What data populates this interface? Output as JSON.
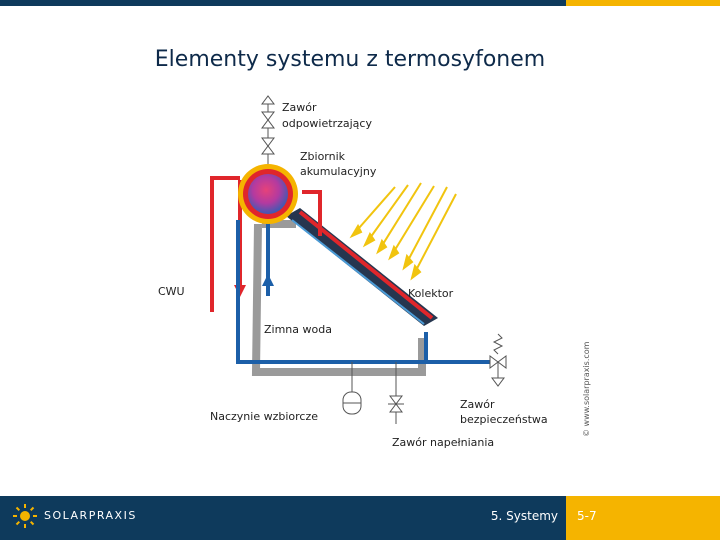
{
  "slide": {
    "title": "Elementy systemu z termosyfonem"
  },
  "diagram": {
    "labels": {
      "valve_air_line1": "Zawór",
      "valve_air_line2": "odpowietrzający",
      "tank_line1": "Zbiornik",
      "tank_line2": "akumulacyjny",
      "hot_water": "CWU",
      "collector": "Kolektor",
      "cold_water": "Zimna woda",
      "expansion_vessel": "Naczynie wzbiorcze",
      "safety_valve_line1": "Zawór",
      "safety_valve_line2": "bezpieczeństwa",
      "fill_valve": "Zawór napełniania"
    },
    "watermark": "© www.solarpraxis.com"
  },
  "footer": {
    "logo_text": "SOLARPRAXIS",
    "section": "5. Systemy",
    "page": "5-7"
  },
  "colors": {
    "navy": "#0e3a5c",
    "gold": "#f5b400",
    "hot": "#e0262b",
    "cold": "#1c5fa8",
    "frame": "#9a9a9a",
    "sun_rays": "#f1c40f"
  },
  "icons": [
    "sun-logo-icon",
    "air-valve-icon",
    "safety-valve-icon",
    "fill-valve-icon",
    "expansion-vessel-icon"
  ]
}
